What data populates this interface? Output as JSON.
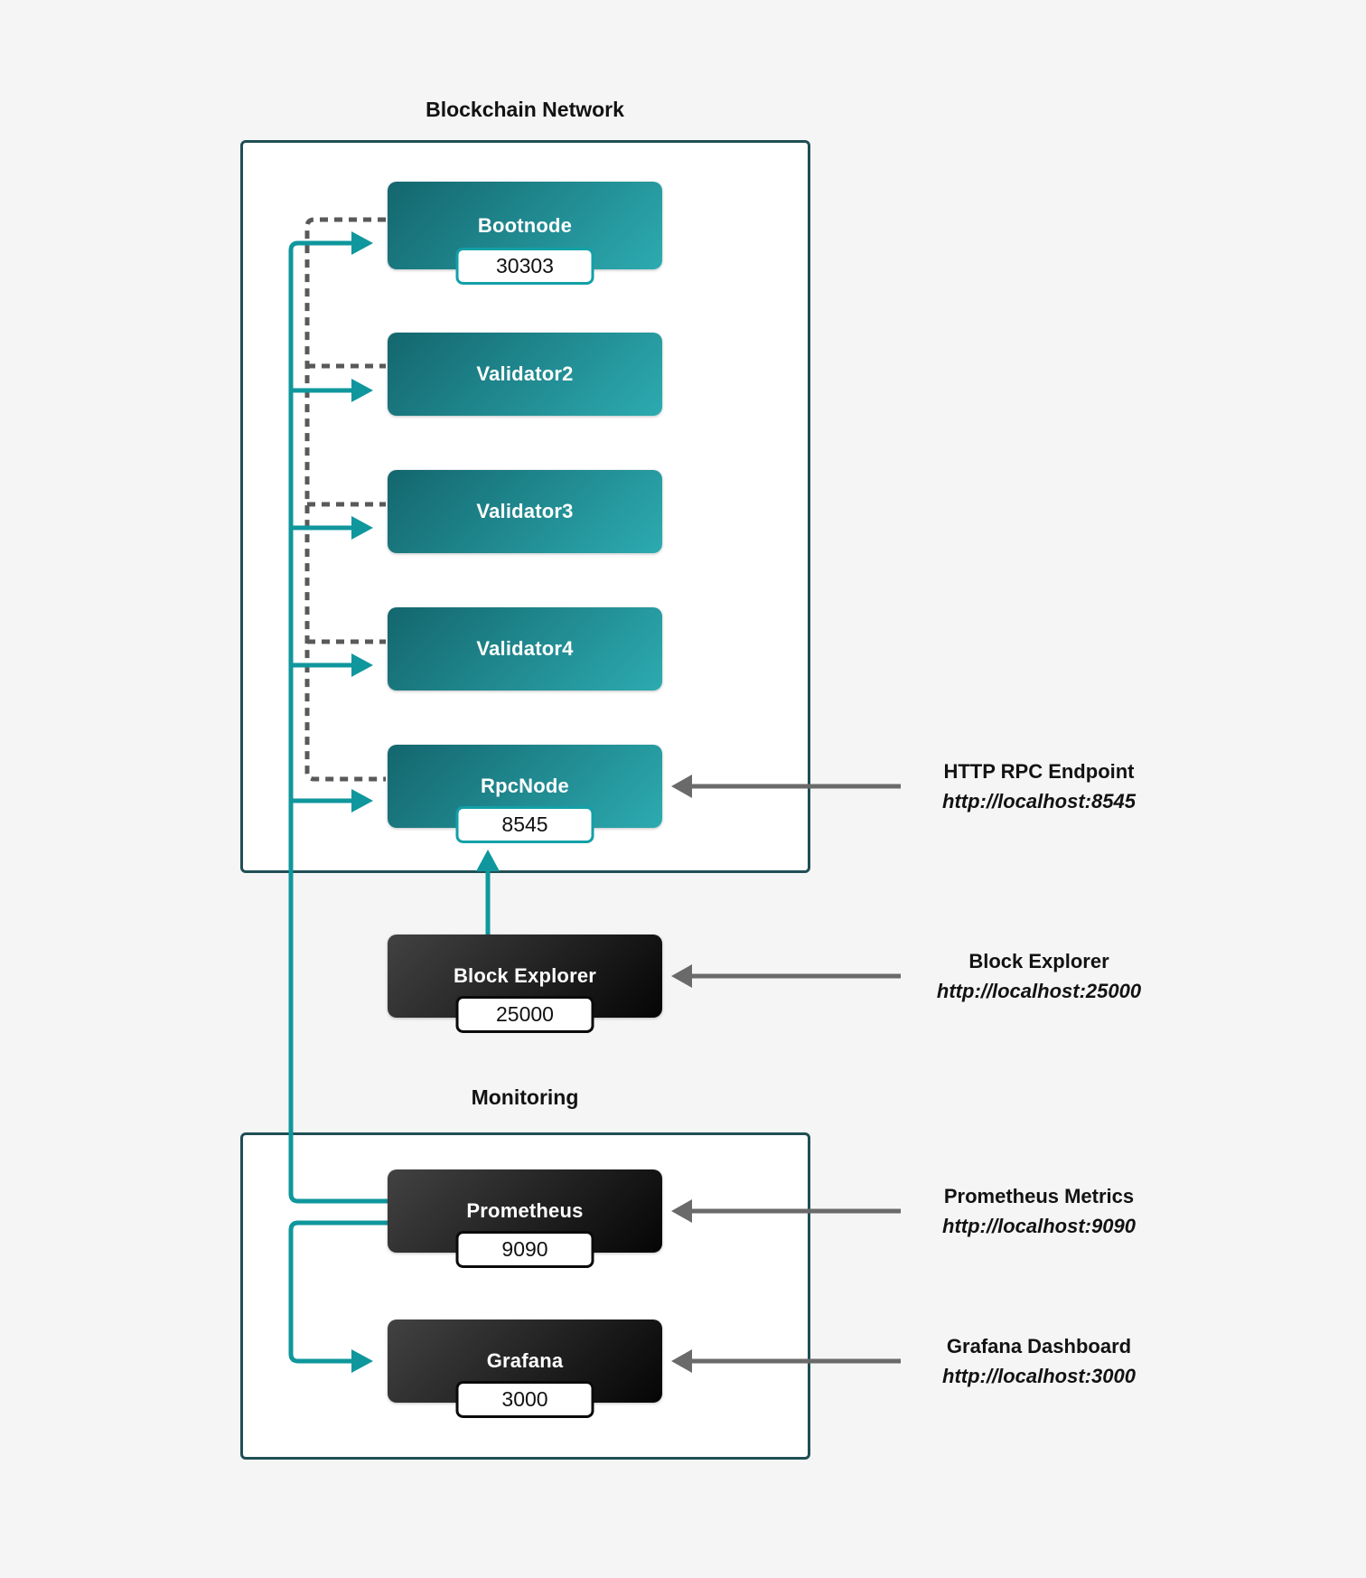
{
  "groups": {
    "blockchain": {
      "title": "Blockchain Network"
    },
    "monitoring": {
      "title": "Monitoring"
    }
  },
  "nodes": {
    "bootnode": {
      "label": "Bootnode",
      "port": "30303"
    },
    "validator2": {
      "label": "Validator2"
    },
    "validator3": {
      "label": "Validator3"
    },
    "validator4": {
      "label": "Validator4"
    },
    "rpcnode": {
      "label": "RpcNode",
      "port": "8545"
    },
    "block_explorer": {
      "label": "Block Explorer",
      "port": "25000"
    },
    "prometheus": {
      "label": "Prometheus",
      "port": "9090"
    },
    "grafana": {
      "label": "Grafana",
      "port": "3000"
    }
  },
  "annotations": [
    {
      "title": "HTTP RPC Endpoint",
      "url": "http://localhost:8545"
    },
    {
      "title": "Block Explorer",
      "url": "http://localhost:25000"
    },
    {
      "title": "Prometheus Metrics",
      "url": "http://localhost:9090"
    },
    {
      "title": "Grafana Dashboard",
      "url": "http://localhost:3000"
    }
  ],
  "colors": {
    "teal_line": "#0f979d",
    "node_gradient_start": "#14666e",
    "node_gradient_end": "#2cabb0",
    "dark_gradient_start": "#424242",
    "dark_gradient_end": "#050505",
    "container_border": "#1f4f54",
    "dashed_line": "#595959",
    "gray_arrow": "#6a6a6a",
    "background": "#f5f5f5"
  }
}
